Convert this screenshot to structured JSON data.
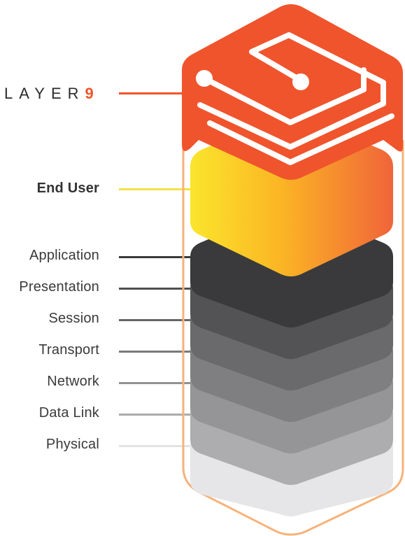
{
  "brand": {
    "text": "LAYER",
    "accent": "9",
    "color": "#f0542c"
  },
  "layers": [
    {
      "id": "end-user",
      "label": "End User",
      "bold": true,
      "line": "#f4e04a"
    },
    {
      "id": "application",
      "label": "Application",
      "bold": false,
      "line": "#3a3a3c"
    },
    {
      "id": "presentation",
      "label": "Presentation",
      "bold": false,
      "line": "#505052"
    },
    {
      "id": "session",
      "label": "Session",
      "bold": false,
      "line": "#666668"
    },
    {
      "id": "transport",
      "label": "Transport",
      "bold": false,
      "line": "#7a7a7c"
    },
    {
      "id": "network",
      "label": "Network",
      "bold": false,
      "line": "#929294"
    },
    {
      "id": "data-link",
      "label": "Data Link",
      "bold": false,
      "line": "#ababad"
    },
    {
      "id": "physical",
      "label": "Physical",
      "bold": false,
      "line": "#e2e2e4"
    }
  ],
  "colors": {
    "top": "#f0542c",
    "outline": "#f7b27a",
    "gradient_start": "#fbe52c",
    "gradient_mid": "#fbb524",
    "gradient_end": "#f0643a",
    "tier_colors": [
      "#3a3a3c",
      "#535355",
      "#6a6a6c",
      "#7f7f81",
      "#959597",
      "#adadaf",
      "#e6e6e8"
    ]
  }
}
